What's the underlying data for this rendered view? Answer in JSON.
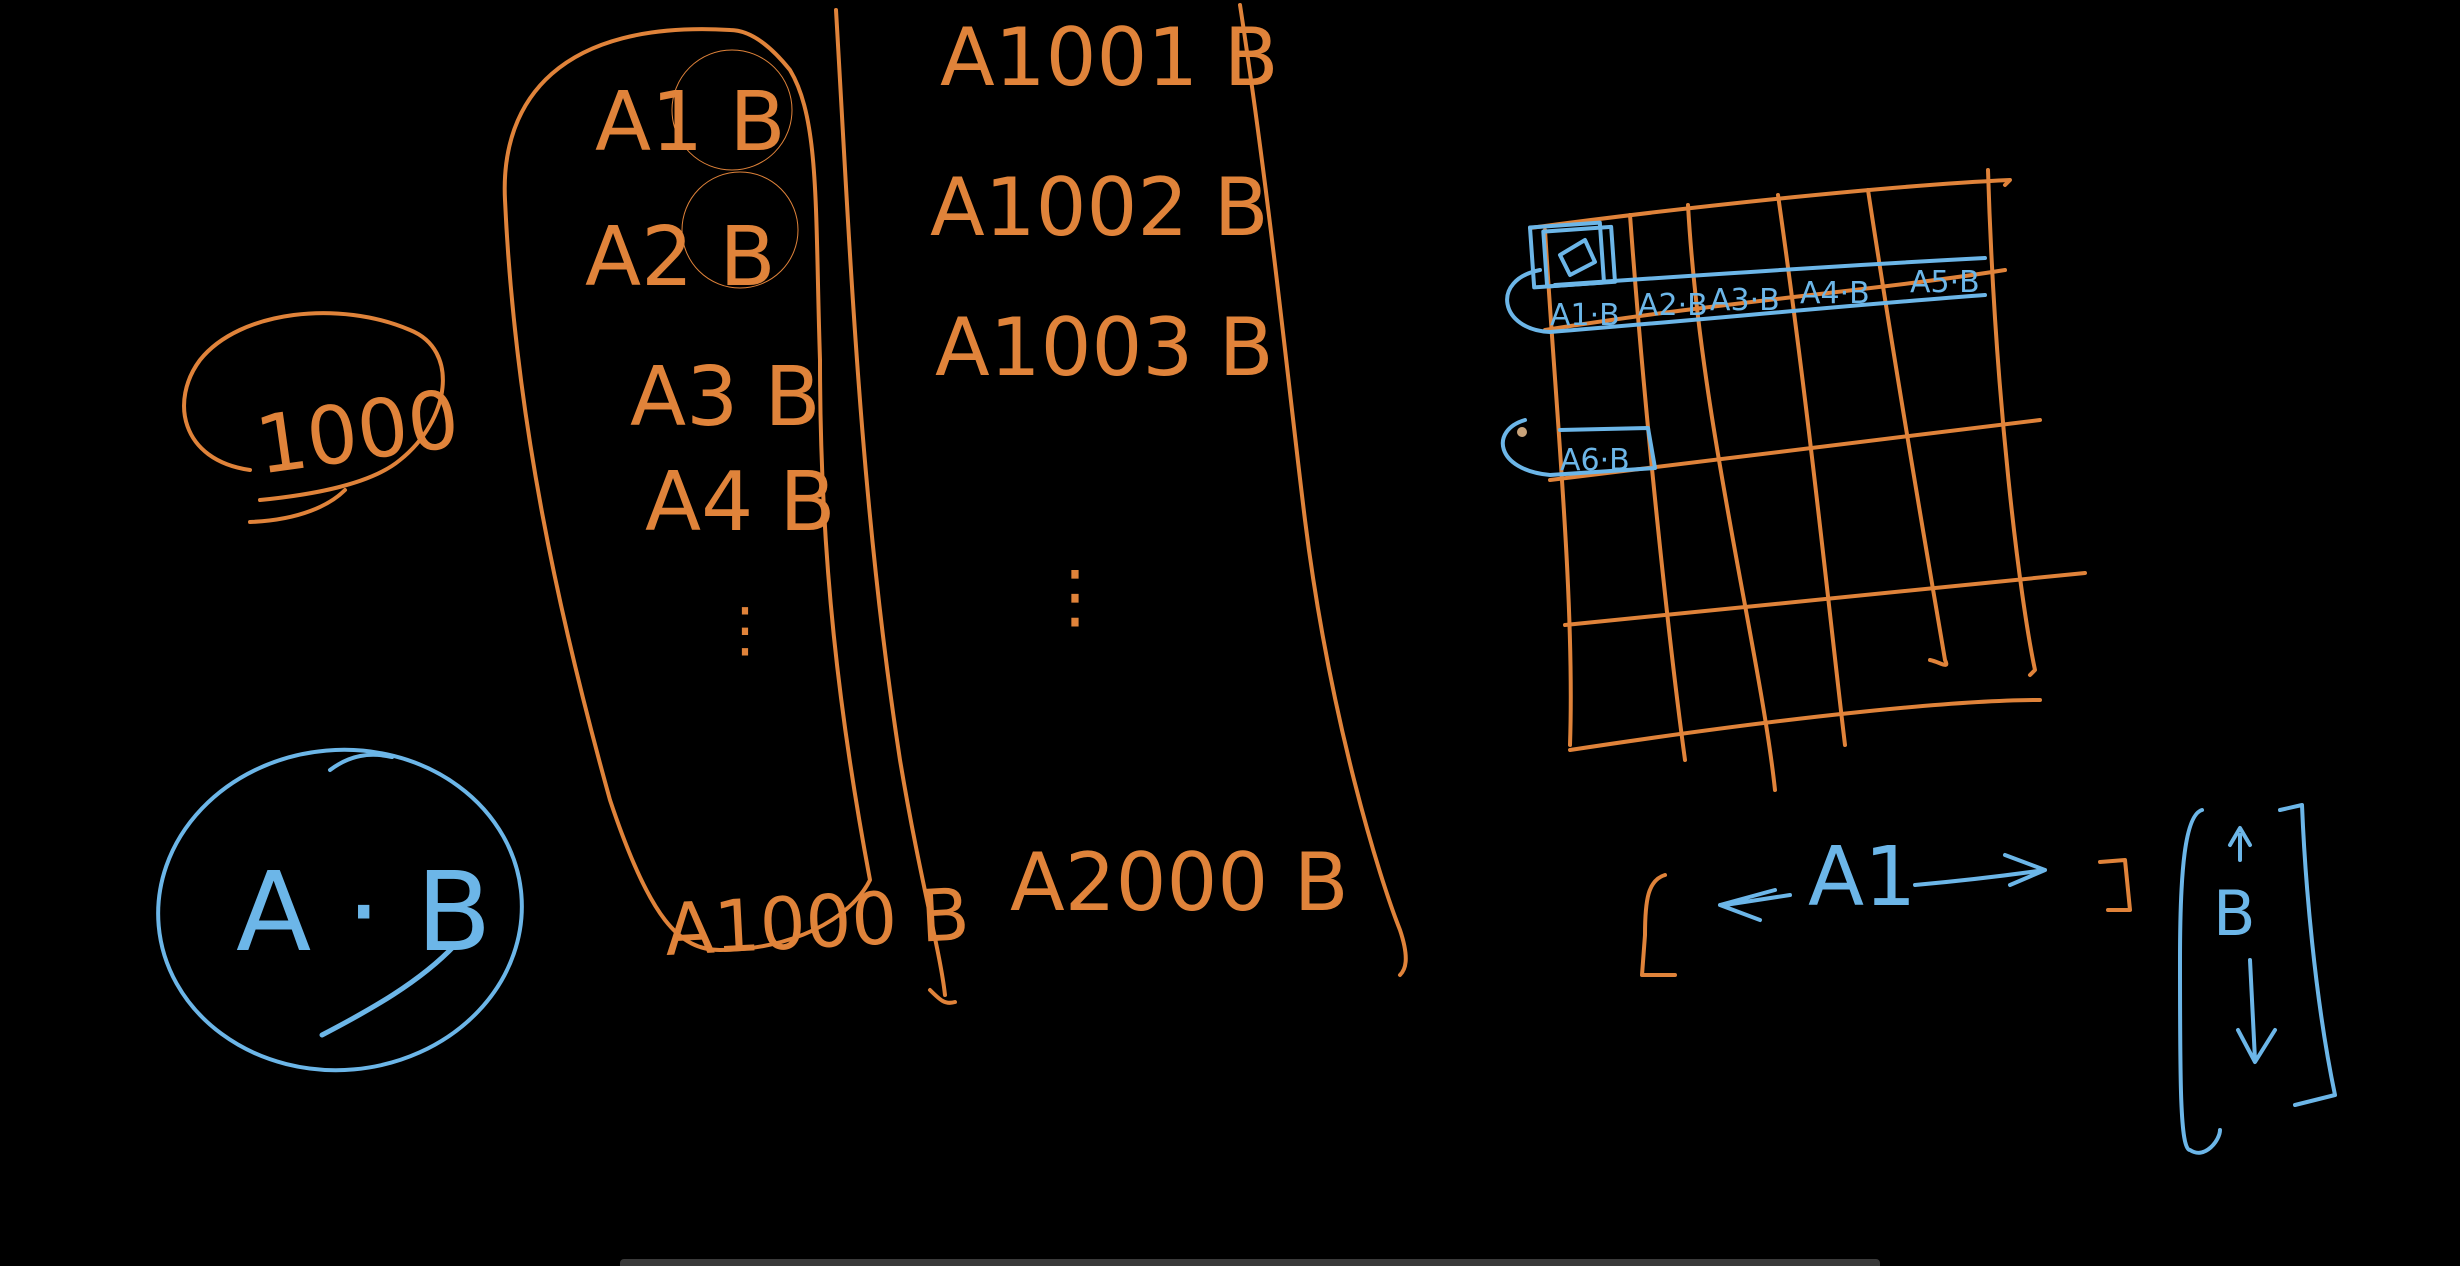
{
  "canvas": {
    "background": "#000000",
    "ink_colors": {
      "orange": "#e0833a",
      "blue": "#6cb6e8"
    }
  },
  "labels": {
    "count": "1000",
    "dot_product": "A · B"
  },
  "first_column": [
    "A1 B",
    "A2 B",
    "A3 B",
    "A4 B",
    "⋮",
    "A1000 B"
  ],
  "second_column": [
    "A1001 B",
    "A1002 B",
    "A1003 B",
    "⋮",
    "A2000 B"
  ],
  "grid_cells": [
    "A1·B",
    "A2·B",
    "A3·B",
    "A4·B",
    "A5·B"
  ],
  "second_row_cell": "A6·B",
  "row_vector": "A1",
  "column_vector": "B"
}
